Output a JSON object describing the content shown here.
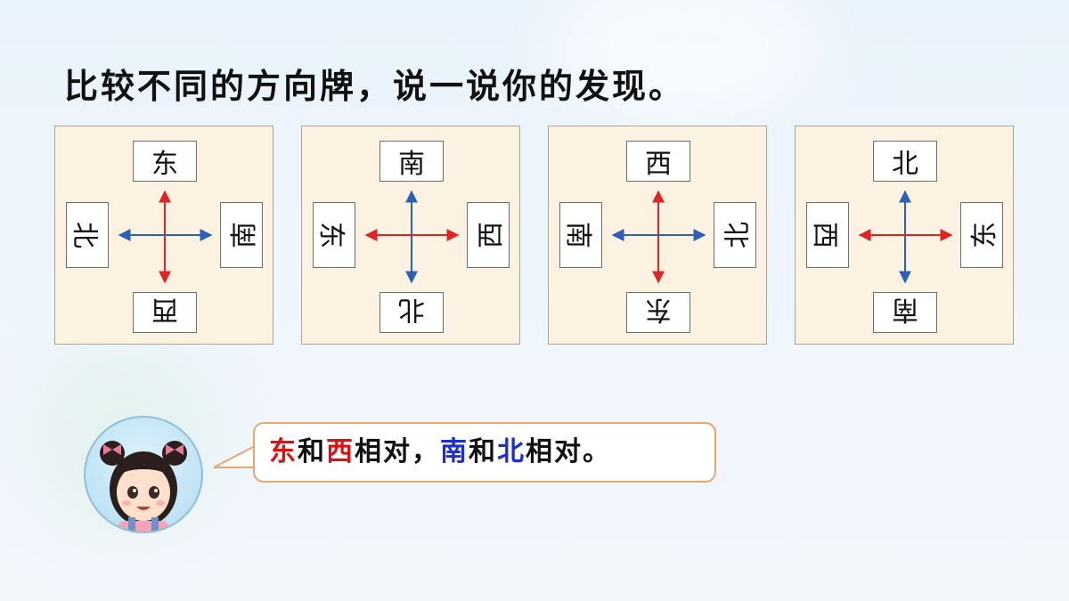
{
  "title": "比较不同的方向牌，说一说你的发现。",
  "cards": [
    {
      "top": "东",
      "left": "北",
      "right": "南",
      "bottom": "西",
      "vertical_arrow_color": "#e02424",
      "horizontal_arrow_color": "#2c5fb8"
    },
    {
      "top": "南",
      "left": "东",
      "right": "西",
      "bottom": "北",
      "vertical_arrow_color": "#2c5fb8",
      "horizontal_arrow_color": "#e02424"
    },
    {
      "top": "西",
      "left": "南",
      "right": "北",
      "bottom": "东",
      "vertical_arrow_color": "#e02424",
      "horizontal_arrow_color": "#2c5fb8"
    },
    {
      "top": "北",
      "left": "西",
      "right": "东",
      "bottom": "南",
      "vertical_arrow_color": "#2c5fb8",
      "horizontal_arrow_color": "#e02424"
    }
  ],
  "bubble": {
    "segments": [
      {
        "text": "东",
        "color": "red"
      },
      {
        "text": "和",
        "color": "black"
      },
      {
        "text": "西",
        "color": "red"
      },
      {
        "text": "相对，",
        "color": "black"
      },
      {
        "text": "南",
        "color": "blue"
      },
      {
        "text": "和",
        "color": "black"
      },
      {
        "text": "北",
        "color": "blue"
      },
      {
        "text": "相对。",
        "color": "black"
      }
    ]
  },
  "colors": {
    "red": "#e02424",
    "blue": "#2c5fb8",
    "card_bg": "#fbf2e2",
    "bubble_border": "#e5a66f"
  },
  "icons": {
    "avatar": "girl-avatar-icon"
  }
}
